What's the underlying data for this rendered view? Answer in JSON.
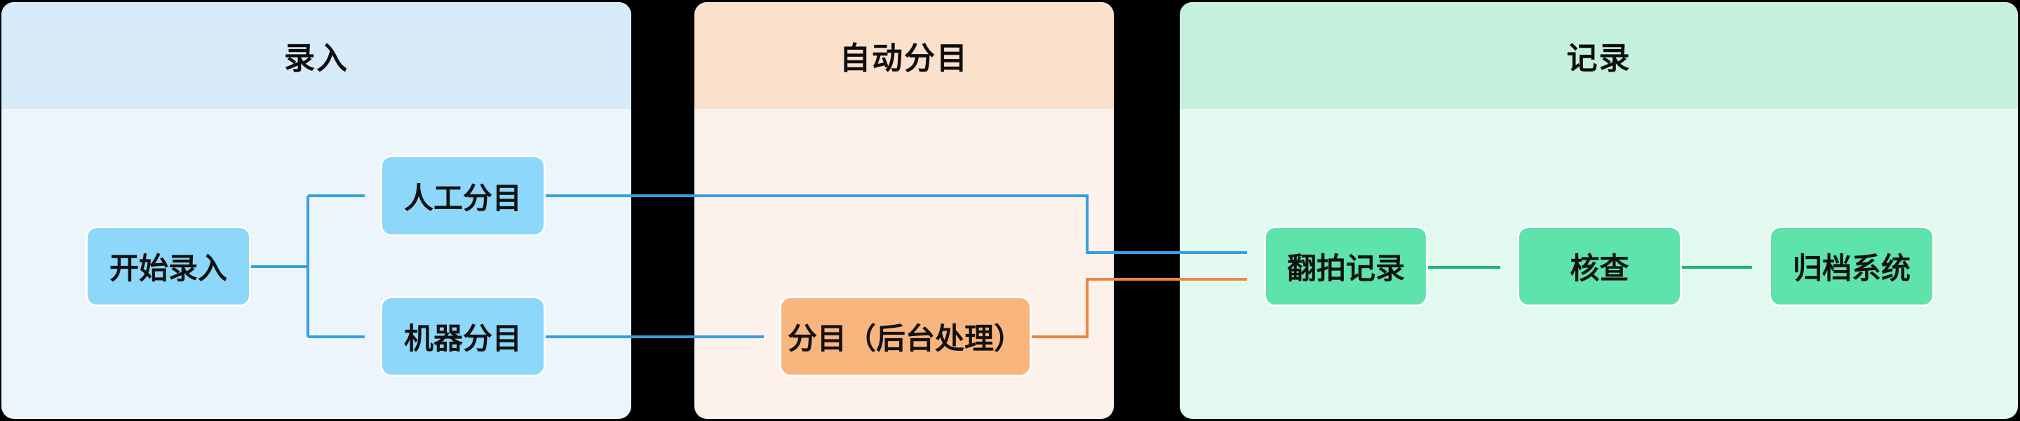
{
  "diagram": {
    "background_color": "#000000",
    "lanes": [
      {
        "id": "entry",
        "title": "录入",
        "header_color": "#D7EAF8",
        "body_color": "#EDF5FC"
      },
      {
        "id": "auto-sort",
        "title": "自动分目",
        "header_color": "#FBE0CC",
        "body_color": "#FDF2EB"
      },
      {
        "id": "record",
        "title": "记录",
        "header_color": "#C6F0DE",
        "body_color": "#E2F9EF"
      }
    ],
    "nodes": [
      {
        "id": "start",
        "label": "开始录入",
        "lane": "entry",
        "fill_color": "#8CD7FA"
      },
      {
        "id": "manual-sort",
        "label": "人工分目",
        "lane": "entry",
        "fill_color": "#8CD7FA"
      },
      {
        "id": "machine-sort",
        "label": "机器分目",
        "lane": "entry",
        "fill_color": "#8CD7FA"
      },
      {
        "id": "background-process",
        "label": "分目（后台处理）",
        "lane": "auto-sort",
        "fill_color": "#F9B57E"
      },
      {
        "id": "reshoot-record",
        "label": "翻拍记录",
        "lane": "record",
        "fill_color": "#5EE3AC"
      },
      {
        "id": "verify",
        "label": "核查",
        "lane": "record",
        "fill_color": "#5EE3AC"
      },
      {
        "id": "archive-system",
        "label": "归档系统",
        "lane": "record",
        "fill_color": "#5EE3AC"
      }
    ],
    "edges": [
      {
        "from": "start",
        "to": "manual-sort",
        "color": "#35A0E0"
      },
      {
        "from": "start",
        "to": "machine-sort",
        "color": "#35A0E0"
      },
      {
        "from": "manual-sort",
        "to": "reshoot-record",
        "color": "#35A0E0"
      },
      {
        "from": "machine-sort",
        "to": "background-process",
        "color": "#35A0E0"
      },
      {
        "from": "background-process",
        "to": "reshoot-record",
        "color": "#F0863B"
      },
      {
        "from": "reshoot-record",
        "to": "verify",
        "color": "#1BB673"
      },
      {
        "from": "verify",
        "to": "archive-system",
        "color": "#1BB673"
      }
    ]
  }
}
